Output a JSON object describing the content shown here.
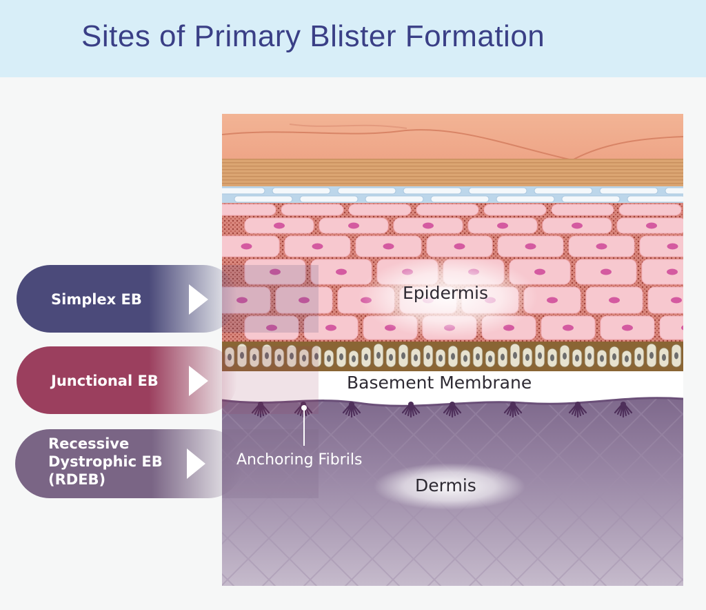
{
  "title": "Sites of Primary Blister Formation",
  "layers": {
    "epidermis": "Epidermis",
    "basement_membrane": "Basement Membrane",
    "anchoring_fibrils": "Anchoring Fibrils",
    "dermis": "Dermis"
  },
  "eb_types": [
    {
      "label": "Simplex EB",
      "color": "#4b4a7a"
    },
    {
      "label": "Junctional EB",
      "color": "#9b3f5e"
    },
    {
      "label": "Recessive\nDystrophic EB\n(RDEB)",
      "color": "#7a6585"
    }
  ]
}
